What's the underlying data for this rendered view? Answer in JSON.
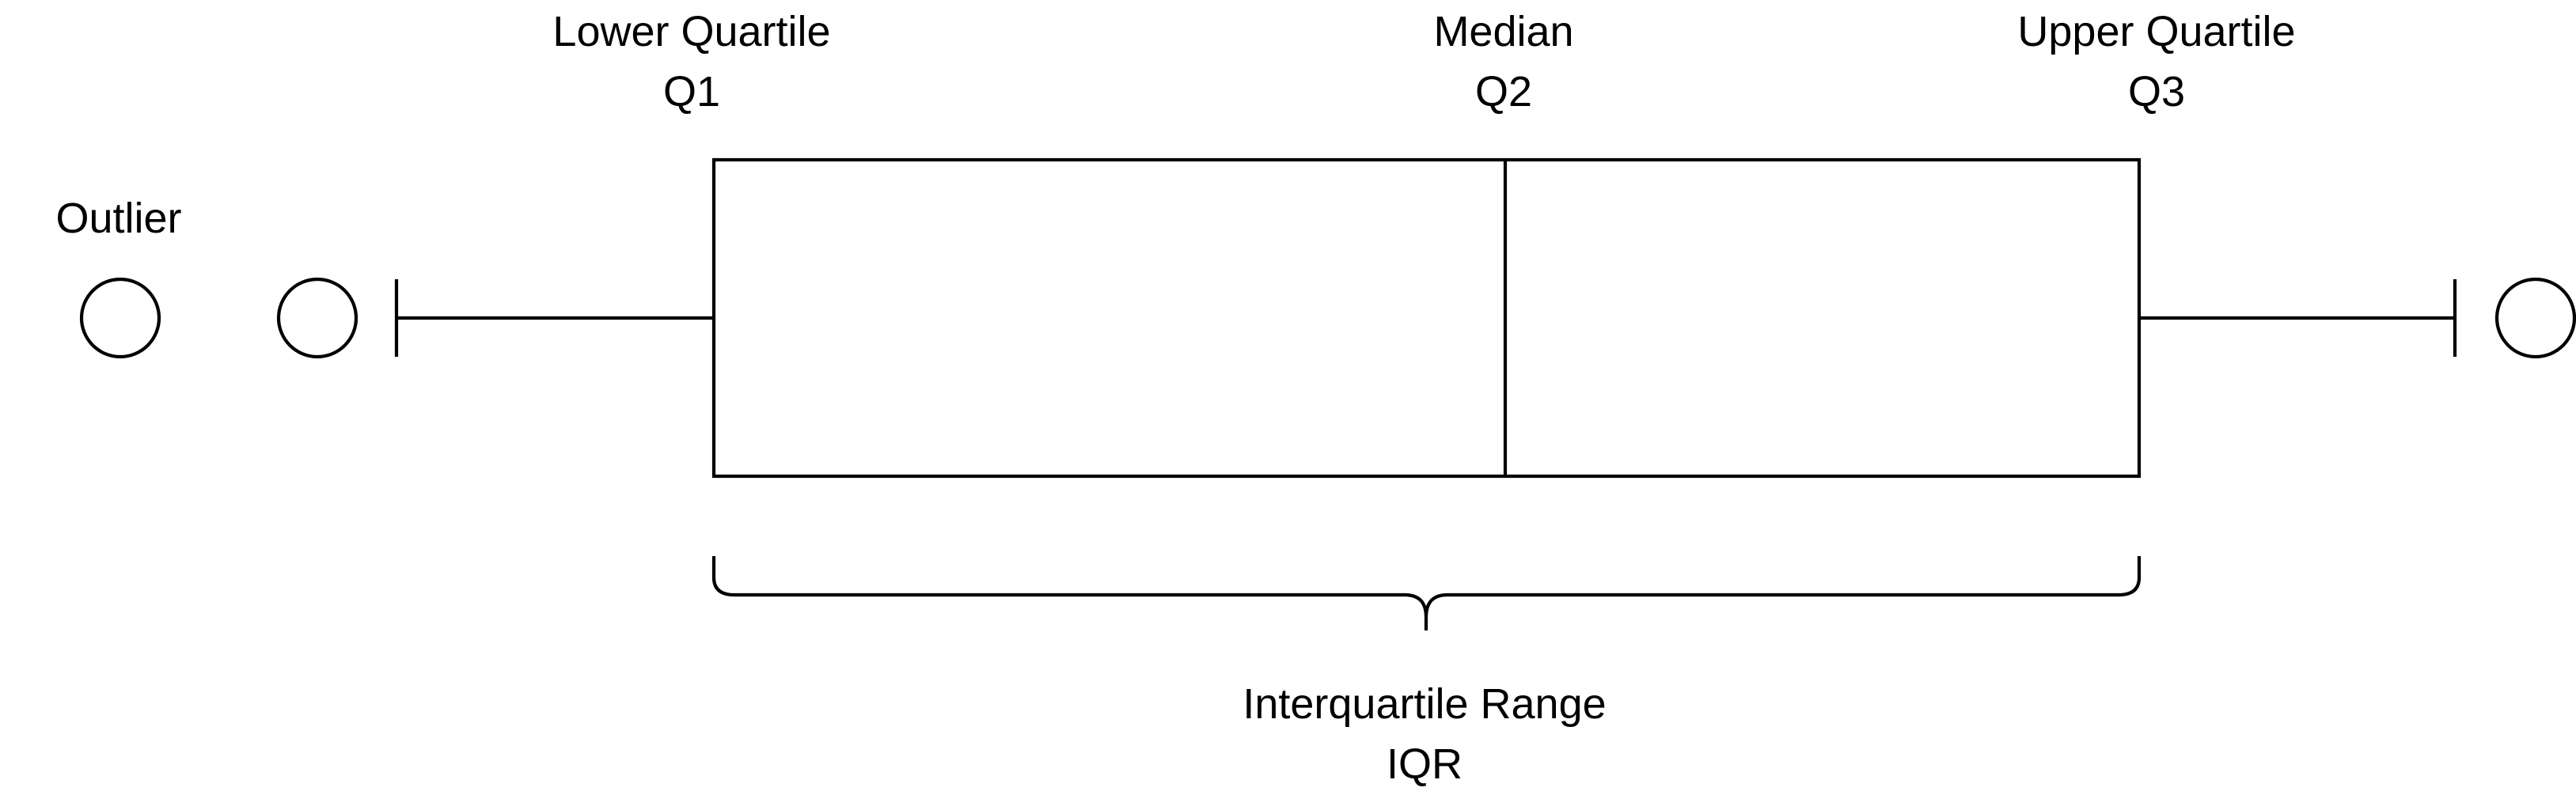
{
  "labels": {
    "outlier": "Outlier",
    "lower_quartile": "Lower Quartile",
    "q1": "Q1",
    "median": "Median",
    "q2": "Q2",
    "upper_quartile": "Upper Quartile",
    "q3": "Q3",
    "iqr_title": "Interquartile Range",
    "iqr": "IQR"
  },
  "colors": {
    "stroke": "#000000",
    "background": "#ffffff"
  }
}
